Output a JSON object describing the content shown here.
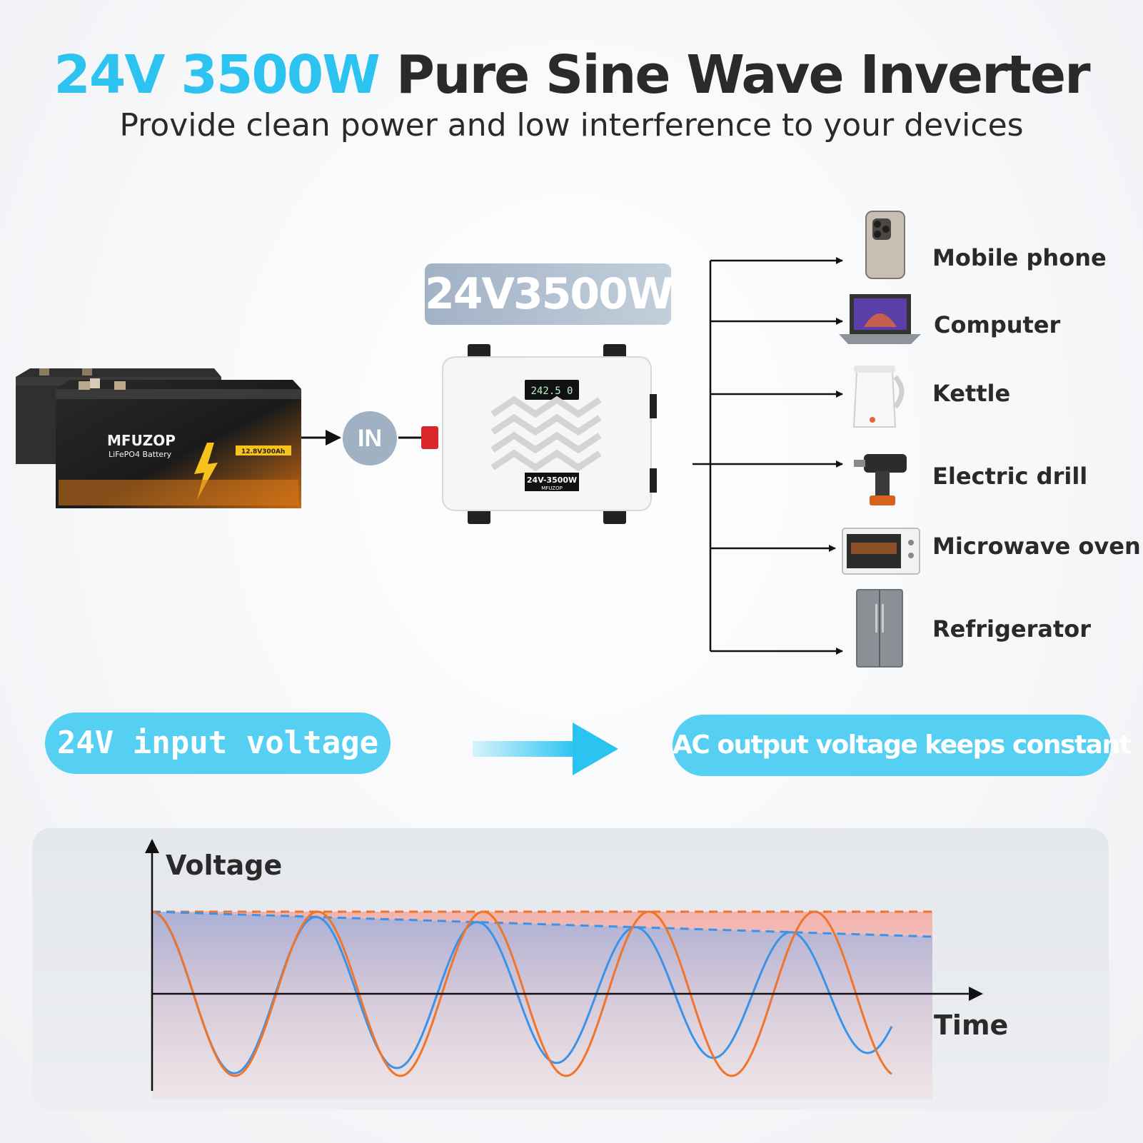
{
  "header": {
    "title_accent": "24V 3500W",
    "title_main": "Pure Sine Wave Inverter",
    "subtitle": "Provide clean power and low interference to your devices"
  },
  "inverter": {
    "rating_badge": "24V3500W",
    "input_label": "IN",
    "nameplate": "24V-3500W",
    "brand": "MFUZOP"
  },
  "battery": {
    "brand": "MFUZOP",
    "type": "LiFePO4 Battery",
    "spec": "12.8V300Ah"
  },
  "devices": [
    {
      "label": "Mobile phone",
      "icon": "smartphone-icon"
    },
    {
      "label": "Computer",
      "icon": "laptop-icon"
    },
    {
      "label": "Kettle",
      "icon": "kettle-icon"
    },
    {
      "label": "Electric drill",
      "icon": "drill-icon"
    },
    {
      "label": "Microwave oven",
      "icon": "microwave-icon"
    },
    {
      "label": "Refrigerator",
      "icon": "refrigerator-icon"
    }
  ],
  "comparison": {
    "input_pill": "24V input voltage",
    "output_pill": "AC output voltage keeps constant"
  },
  "wave_chart": {
    "y_axis_label": "Voltage",
    "x_axis_label": "Time",
    "constant_color": "#f0742a",
    "decaying_color": "#3a93e8"
  },
  "colors": {
    "accent": "#2cc3f0",
    "pill": "#55cff2",
    "badge": "#a9b8c9",
    "text": "#2a2a2a"
  }
}
